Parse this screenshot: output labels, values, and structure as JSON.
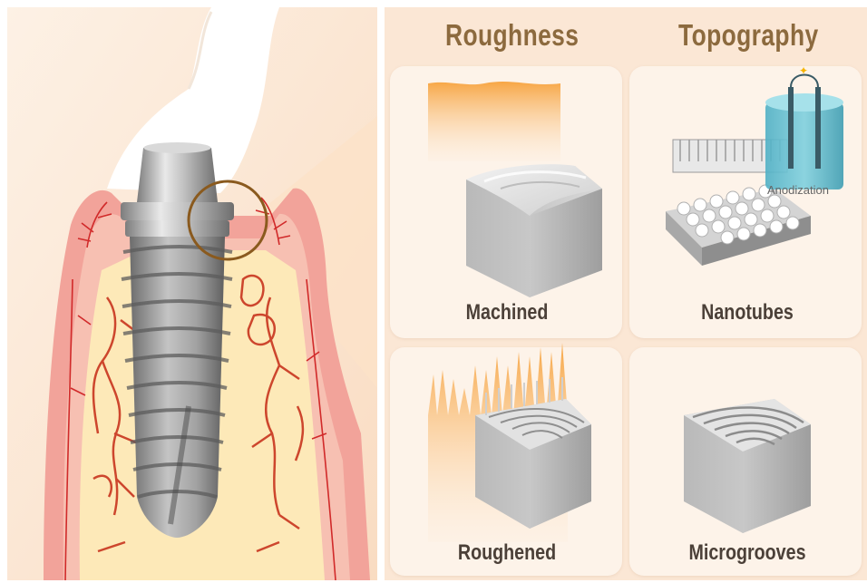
{
  "headings": {
    "roughness": "Roughness",
    "topography": "Topography"
  },
  "captions": {
    "machined": "Machined",
    "nanotubes": "Nanotubes",
    "roughened": "Roughened",
    "microgrooves": "Microgrooves",
    "anodization": "Anodization"
  },
  "colors": {
    "background": "#fbe7d5",
    "gum": "#f2a39a",
    "bone": "#fde9b8",
    "vessel": "#c21e1e",
    "implant": "#9a9a9a",
    "highlight_ring": "#8a5a1e",
    "orange_profile": "#f7a645",
    "electrolyte": "#5bb7c9"
  }
}
